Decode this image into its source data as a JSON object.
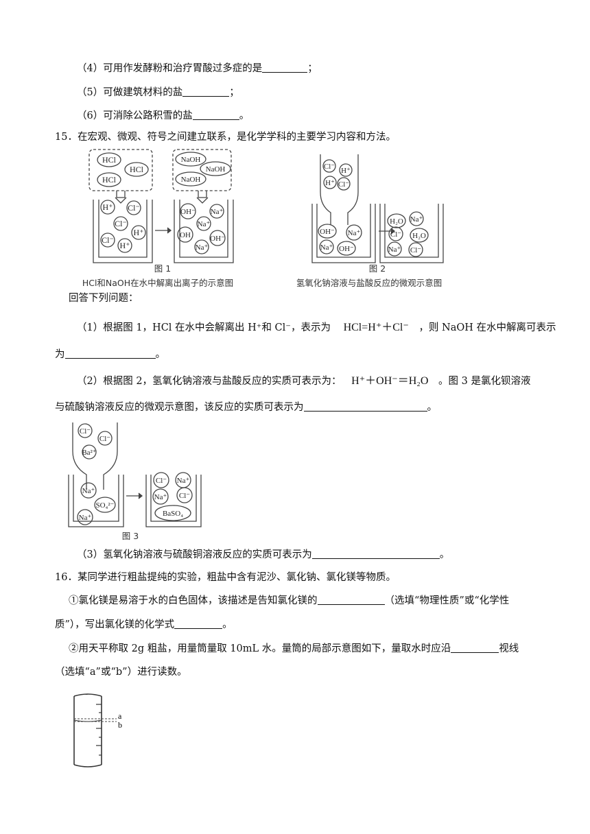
{
  "q14": {
    "item4": "（4）可用作发酵粉和治疗胃酸过多症的是",
    "item4_end": "；",
    "item5": "（5）可做建筑材料的盐",
    "item5_end": "；",
    "item6": "（6）可消除公路积雪的盐",
    "item6_end": "。"
  },
  "q15": {
    "stem": "15．在宏观、微观、符号之间建立联系，是化学学科的主要学习内容和方法。",
    "fig1_label": "图 1",
    "fig1_caption": "HCl和NaOH在水中解离出离子的示意图",
    "fig2_label": "图 2",
    "fig2_caption": "氢氧化钠溶液与盐酸反应的微观示意图",
    "prompt": "回答下列问题：",
    "p1_a": "（1）根据图 1，HCl 在水中会解离出 H⁺和 Cl⁻，表示为",
    "p1_eq": "HCl=H⁺＋Cl⁻",
    "p1_b": "，则 NaOH 在水中解离可表示",
    "p1_c": "为",
    "p1_end": "。",
    "p2_a": "（2）根据图 2，氢氧化钠溶液与盐酸反应的实质可表示为：",
    "p2_eq": "H⁺＋OH⁻＝H₂O",
    "p2_b": "。图 3 是氯化钡溶液",
    "p2_c": "与硫酸钠溶液反应的微观示意图，该反应的实质可表示为",
    "p2_end": "。",
    "fig3_label": "图 3",
    "p3": "（3）氢氧化钠溶液与硫酸铜溶液反应的实质可表示为",
    "p3_end": "。"
  },
  "q16": {
    "stem": "16．某同学进行粗盐提纯的实验，粗盐中含有泥沙、氯化钠、氯化镁等物质。",
    "s1_a": "①氯化镁是易溶于水的白色固体，该描述是告知氯化镁的",
    "s1_b": "（选填“物理性质”或“化学性",
    "s1_c": "质”），写出氯化镁的化学式",
    "s1_end": "。",
    "s2_a": "②用天平称取 2g 粗盐，用量筒量取 10mL 水。量筒的局部示意图如下，量取水时应沿",
    "s2_b": "视线",
    "s2_c": "（选填“a”或“b”）进行读数。",
    "label_a": "a",
    "label_b": "b"
  }
}
